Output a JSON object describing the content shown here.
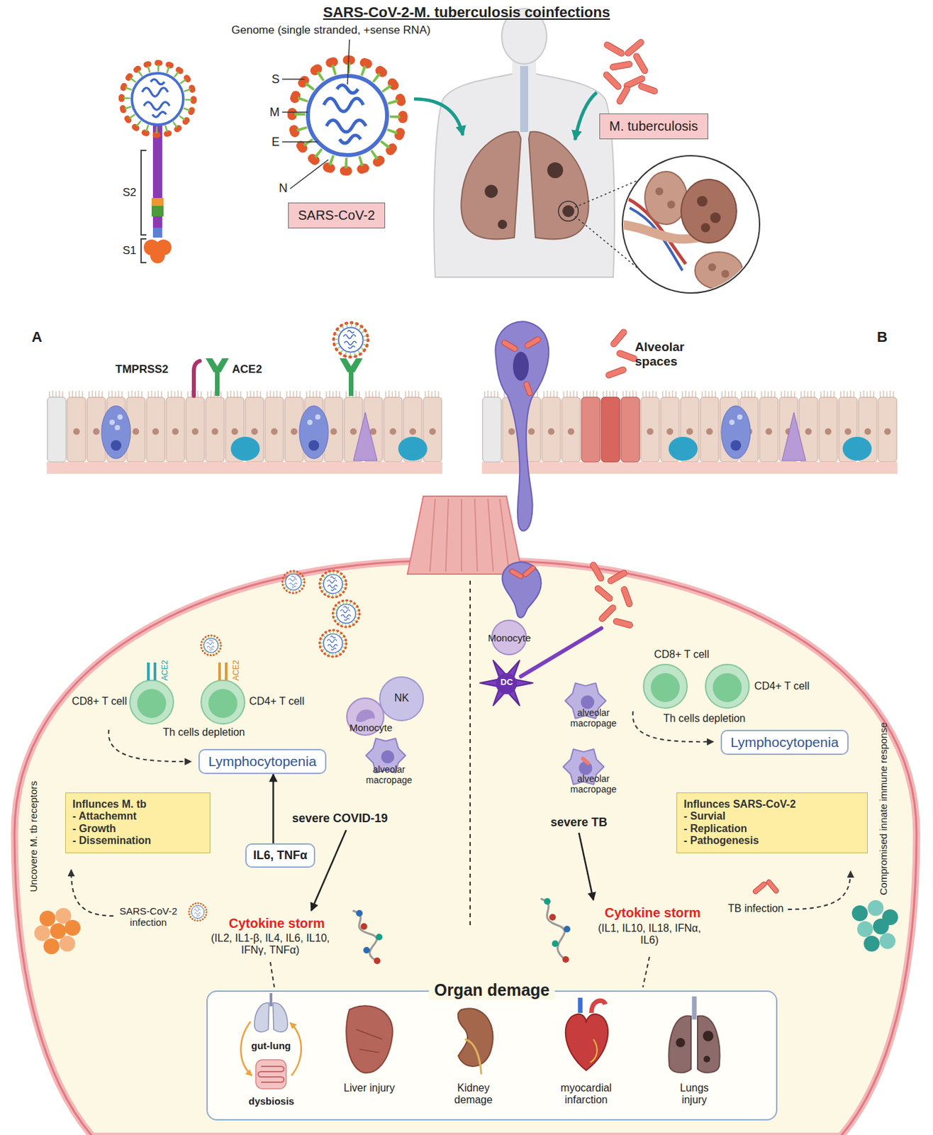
{
  "diagram": {
    "title": "SARS-CoV-2-M. tuberculosis coinfections",
    "nodes": [
      {
        "text": [
          "SARS-CoV-2"
        ]
      },
      {
        "text": [
          "M. tuberculosis"
        ]
      },
      {
        "text": [
          "Lymphocytopenia"
        ]
      },
      {
        "text": [
          "Influnces M. tb",
          "- Attachemnt",
          "- Growth",
          "- Dissemination"
        ]
      },
      {
        "text": [
          "IL6, TNFα"
        ]
      },
      {
        "text": [
          "Lymphocytopenia"
        ]
      },
      {
        "text": [
          "Influnces SARS-CoV-2",
          "- Survial",
          "- Replication",
          "- Pathogenesis"
        ]
      },
      {
        "text": [
          "Organ demage"
        ]
      }
    ],
    "edges": [
      {
        "from": 4,
        "to": 2,
        "arrow": "to"
      }
    ],
    "labels": [
      "Genome (single stranded, +sense RNA)",
      "S",
      "M",
      "E",
      "N",
      "S2",
      "S1",
      "A",
      "B",
      "TMPRSS2",
      "ACE2",
      "Alveolar spaces",
      "ACE2",
      "ACE2",
      "CD8+ T cell",
      "CD4+ T cell",
      "NK",
      "Monocyte",
      "Th cells depletion",
      "alveolar macropage",
      "severe COVID-19",
      "Uncovere M. tb receptors",
      "SARS-CoV-2 infection",
      "Cytokine storm",
      "(IL2, IL1-β, IL4, IL6, IL10, IFNγ, TNFα)",
      "Monocyte",
      "DC",
      "alveolar macropage",
      "alveolar macropage",
      "CD8+ T cell",
      "CD4+ T cell",
      "Th cells depletion",
      "Compromised innate immune response",
      "severe TB",
      "TB infection",
      "Cytokine storm",
      "(IL1, IL10, IL18, IFNα, IL6)",
      "gut-lung",
      "dysbiosis",
      "Liver injury",
      "Kidney demage",
      "myocardial infarction",
      "Lungs injury"
    ]
  }
}
